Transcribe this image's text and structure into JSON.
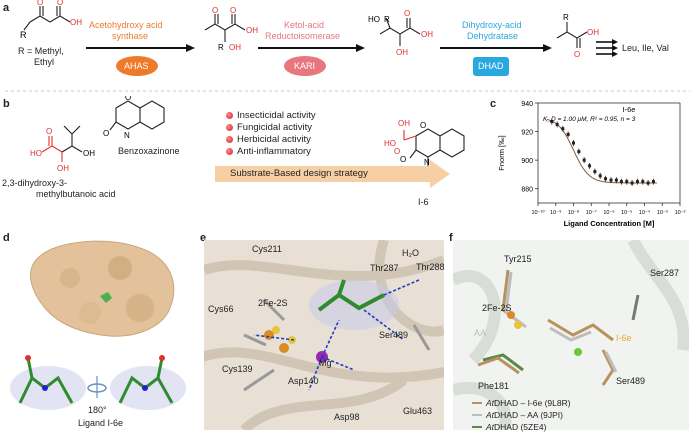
{
  "panels": {
    "a": "a",
    "b": "b",
    "c": "c",
    "d": "d",
    "e": "e",
    "f": "f"
  },
  "panel_a": {
    "substituent": "R = Methyl,",
    "substituent2": "Ethyl",
    "enzyme1_name1": "Acetohydroxy acid",
    "enzyme1_name2": "synthase",
    "enzyme1_abbr": "AHAS",
    "enzyme2_name1": "Ketol-acid",
    "enzyme2_name2": "Reductoisomerase",
    "enzyme2_abbr": "KARI",
    "enzyme3_name1": "Dihydroxy-acid",
    "enzyme3_name2": "Dehydratase",
    "enzyme3_abbr": "DHAD",
    "products": "Leu, Ile, Val",
    "colors": {
      "ahas": "#f07a2b",
      "kari": "#e8767e",
      "dhad": "#29a8e0"
    }
  },
  "panel_b": {
    "compound1_name1": "2,3-dihydroxy-3-",
    "compound1_name2": "methylbutanoic acid",
    "scaffold": "Benzoxazinone",
    "activities": [
      "Insecticidal activity",
      "Fungicidal activity",
      "Herbicidal activity",
      "Anti-inflammatory"
    ],
    "strategy": "Substrate-Based design strategy",
    "product": "I-6"
  },
  "panel_c": {
    "chart_data": {
      "type": "scatter",
      "title": "I-6e",
      "annotation": "K_D = 1.00 μM, R² = 0.95, n = 3",
      "xlabel": "Ligand Concentration [M]",
      "ylabel": "Fnorm [‰]",
      "xscale": "log",
      "xlim": [
        1e-10,
        0.01
      ],
      "ylim": [
        870,
        940
      ],
      "yticks": [
        880,
        900,
        920,
        940
      ],
      "xticks": [
        "10⁻¹⁰",
        "10⁻⁹",
        "10⁻⁸",
        "10⁻⁷",
        "10⁻⁶",
        "10⁻⁵",
        "10⁻⁴",
        "10⁻³",
        "10⁻²"
      ],
      "x": [
        6e-10,
        1.2e-09,
        2.5e-09,
        5e-09,
        1e-08,
        2e-08,
        4e-08,
        8e-08,
        1.6e-07,
        3.2e-07,
        6.4e-07,
        1.3e-06,
        2.6e-06,
        5e-06,
        1e-05,
        2e-05,
        4e-05,
        8e-05,
        0.00016,
        0.00032
      ],
      "y": [
        927,
        925,
        922,
        918,
        912,
        906,
        900,
        896,
        892,
        889,
        887,
        886,
        886,
        885,
        885,
        884,
        885,
        885,
        884,
        885
      ]
    }
  },
  "panel_d": {
    "rotation": "180°",
    "ligand_label": "Ligand I-6e"
  },
  "panel_e": {
    "residues": {
      "cys211": "Cys211",
      "thr287": "Thr287",
      "h2o": "H₂O",
      "thr288": "Thr288",
      "cys66": "Cys66",
      "fes": "2Fe-2S",
      "ser489": "Ser489",
      "mg": "Mg",
      "cys139": "Cys139",
      "asp140": "Asp140",
      "asp98": "Asp98",
      "glu463": "Glu463"
    }
  },
  "panel_f": {
    "labels": {
      "tyr215": "Tyr215",
      "ser287": "Ser287",
      "fes": "2Fe-2S",
      "aa": "AA",
      "i6e": "I-6e",
      "phe181": "Phe181",
      "ser489": "Ser489"
    },
    "legend": [
      {
        "italic": "At",
        "text": "DHAD – I-6e (9L8R)",
        "color": "#b8925e"
      },
      {
        "italic": "At",
        "text": "DHAD – AA (9JPI)",
        "color": "#bdbdbd"
      },
      {
        "italic": "At",
        "text": "DHAD (5ZE4)",
        "color": "#5a8a4a"
      }
    ]
  }
}
